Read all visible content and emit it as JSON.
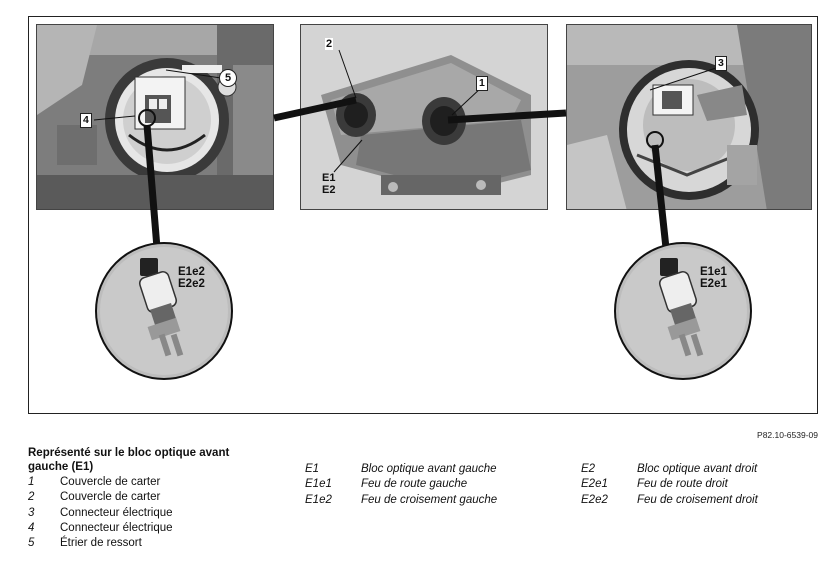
{
  "figure": {
    "callouts": {
      "c1": "1",
      "c2": "2",
      "c3": "3",
      "c4": "4",
      "c5": "5"
    },
    "center_label": [
      "E1",
      "E2"
    ],
    "left_bulb_label": [
      "E1e2",
      "E2e2"
    ],
    "right_bulb_label": [
      "E1e1",
      "E2e1"
    ],
    "ref_code": "P82.10-6539-09"
  },
  "legend": {
    "title": "Représenté sur le bloc optique avant gauche (E1)",
    "items": [
      {
        "key": "1",
        "text": "Couvercle de carter"
      },
      {
        "key": "2",
        "text": "Couvercle de carter"
      },
      {
        "key": "3",
        "text": "Connecteur électrique"
      },
      {
        "key": "4",
        "text": "Connecteur électrique"
      },
      {
        "key": "5",
        "text": "Étrier de ressort"
      }
    ],
    "col_mid": [
      {
        "key": "E1",
        "text": "Bloc optique avant gauche"
      },
      {
        "key": "E1e1",
        "text": "Feu de route gauche"
      },
      {
        "key": "E1e2",
        "text": "Feu de croisement gauche"
      }
    ],
    "col_right": [
      {
        "key": "E2",
        "text": "Bloc optique avant droit"
      },
      {
        "key": "E2e1",
        "text": "Feu de route droit"
      },
      {
        "key": "E2e2",
        "text": "Feu de croisement droit"
      }
    ]
  }
}
